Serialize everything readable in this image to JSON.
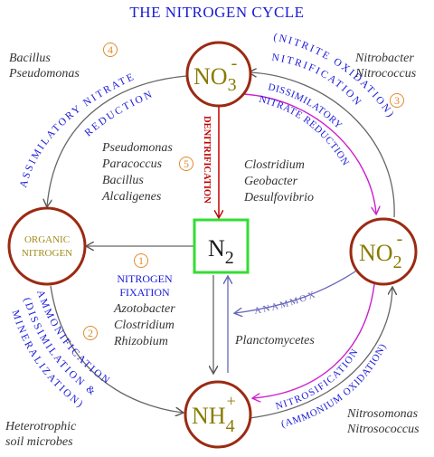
{
  "title": "THE NITROGEN CYCLE",
  "nodes": {
    "nitrate": {
      "base": "NO",
      "sub": "3",
      "sup": "-"
    },
    "nitrite": {
      "base": "NO",
      "sub": "2",
      "sup": "-"
    },
    "ammonium": {
      "base": "NH",
      "sub": "4",
      "sup": "+"
    },
    "dinitrogen": {
      "base": "N",
      "sub": "2"
    },
    "organic_nitrogen": {
      "line1": "ORGANIC",
      "line2": "NITROGEN"
    }
  },
  "processes": {
    "assimilatory_nitrate_reduction": {
      "number": "4",
      "line1": "ASSIMILATORY NITRATE",
      "line2": "REDUCTION"
    },
    "nitrification": {
      "number": "3",
      "line1": "(NITRITE OXIDATION)",
      "line2": "NITRIFICATION"
    },
    "dissimilatory_nitrate_reduction": {
      "line1": "DISSIMILATORY",
      "line2": "NITRATE REDUCTION"
    },
    "denitrification": {
      "number": "5",
      "label": "DENITRIFICATION"
    },
    "nitrogen_fixation": {
      "number": "1",
      "line1": "NITROGEN",
      "line2": "FIXATION"
    },
    "ammonification": {
      "number": "2",
      "line1": "AMMONIFICATION",
      "line2": "(DISSIMILATION &",
      "line3": "MINERALIZATION)"
    },
    "anammox": {
      "label": "ANAMMOX"
    },
    "nitrosification": {
      "line1": "NITROSIFICATION",
      "line2": "(AMMONIUM OXIDATION)"
    }
  },
  "organisms": {
    "assimilatory": [
      "Bacillus",
      "Pseudomonas"
    ],
    "nitrite_oxidizers": [
      "Nitrobacter",
      "Nitrococcus"
    ],
    "denitrifiers": [
      "Pseudomonas",
      "Paracoccus",
      "Bacillus",
      "Alcaligenes"
    ],
    "dissimilatory": [
      "Clostridium",
      "Geobacter",
      "Desulfovibrio"
    ],
    "fixers": [
      "Azotobacter",
      "Clostridium",
      "Rhizobium"
    ],
    "anammox": [
      "Planctomycetes"
    ],
    "ammonia_oxidizers": [
      "Nitrosomonas",
      "Nitrosococcus"
    ],
    "ammonifiers": [
      "Heterotrophic",
      "soil microbes"
    ]
  },
  "colors": {
    "title_blue": "#1a1ad8",
    "node_ring": "#9b2a12",
    "n2_box": "#33dd33",
    "denitrification_red": "#c00000",
    "dissimilatory_magenta": "#cc22cc",
    "anammox_slate": "#6666bb",
    "number_orange": "#e08a2a",
    "arrow_gray": "#666666"
  }
}
